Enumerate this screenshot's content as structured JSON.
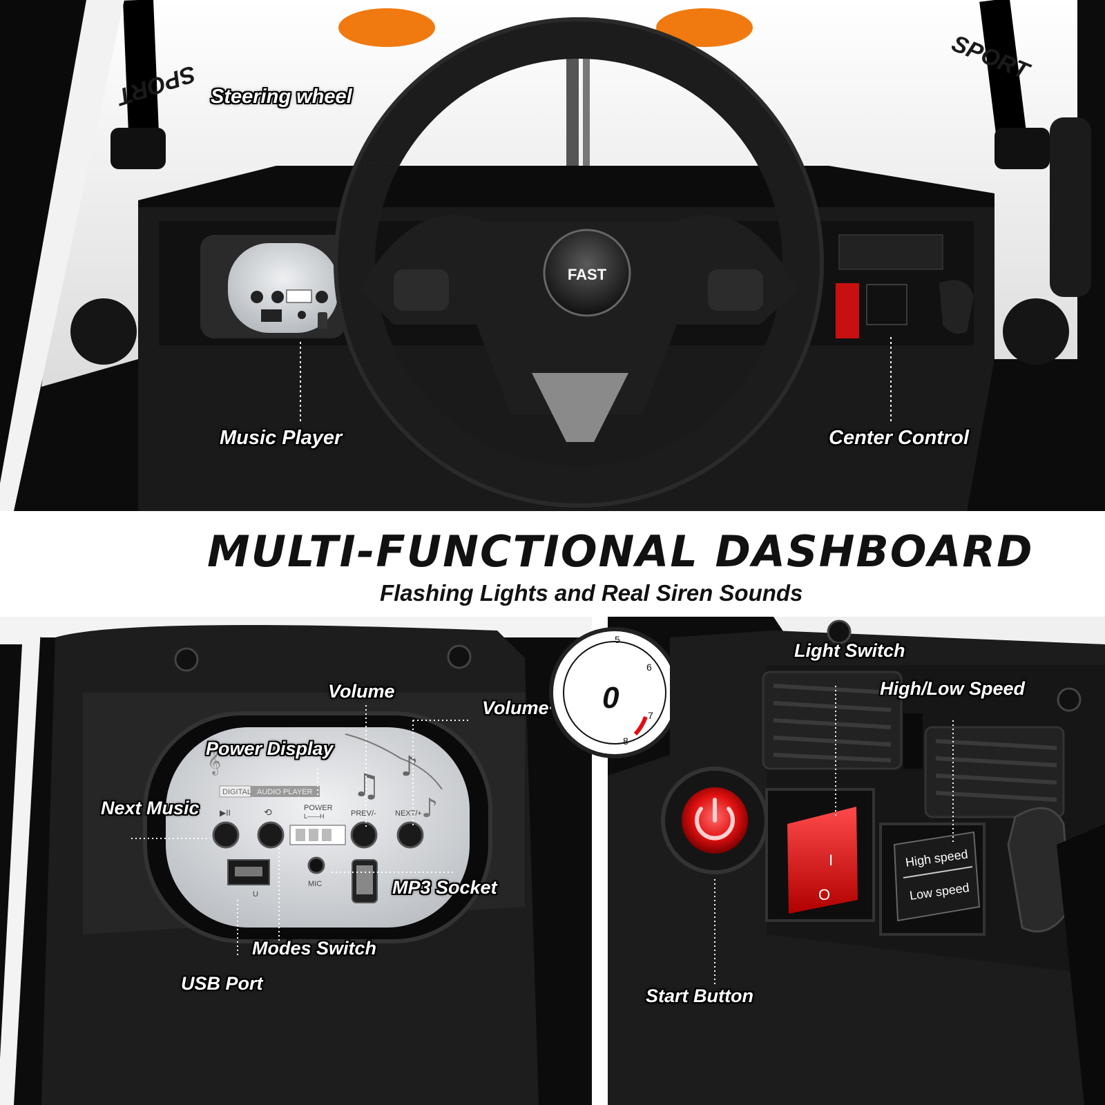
{
  "top": {
    "labels": {
      "steering_wheel": "Steering wheel",
      "music_player": "Music Player",
      "center_control": "Center Control"
    },
    "horn_text": "FAST",
    "hood_text": "SPORT",
    "panel_text": {
      "high_speed": "High speed",
      "low_speed": "Low speed",
      "player_title": "DIGITAL AUDIO PLAYER",
      "mic": "MIC",
      "usb": "U"
    }
  },
  "headline": {
    "title": "MULTI-FUNCTIONAL DASHBOARD",
    "subtitle": "Flashing Lights and Real Siren Sounds"
  },
  "music_panel": {
    "labels": {
      "volume": "Volume",
      "volume_plus": "Volume+",
      "power_display": "Power Display",
      "next_music": "Next Music",
      "mp3_socket": "MP3 Socket",
      "modes_switch": "Modes Switch",
      "usb_port": "USB Port"
    },
    "panel_text": {
      "player_title_a": "DIGITAL",
      "player_title_b": "AUDIO PLAYER",
      "play_pause": "▶II",
      "power": "POWER",
      "power_scale": "L——H",
      "prev": "PREV/-",
      "next": "NEXT/+",
      "mic": "MIC",
      "usb": "U"
    }
  },
  "control_panel": {
    "labels": {
      "light_switch": "Light Switch",
      "high_low_speed": "High/Low Speed",
      "start_button": "Start Button"
    },
    "panel_text": {
      "high_speed": "High speed",
      "low_speed": "Low speed",
      "switch_on": "I",
      "switch_off": "O",
      "gauge_5": "5",
      "gauge_6": "6",
      "gauge_7": "7",
      "gauge_8": "8",
      "gauge_digit": "0"
    }
  },
  "colors": {
    "accent_red": "#e01010",
    "accent_orange": "#f07a10",
    "panel_silver": "#cfd2d6"
  }
}
